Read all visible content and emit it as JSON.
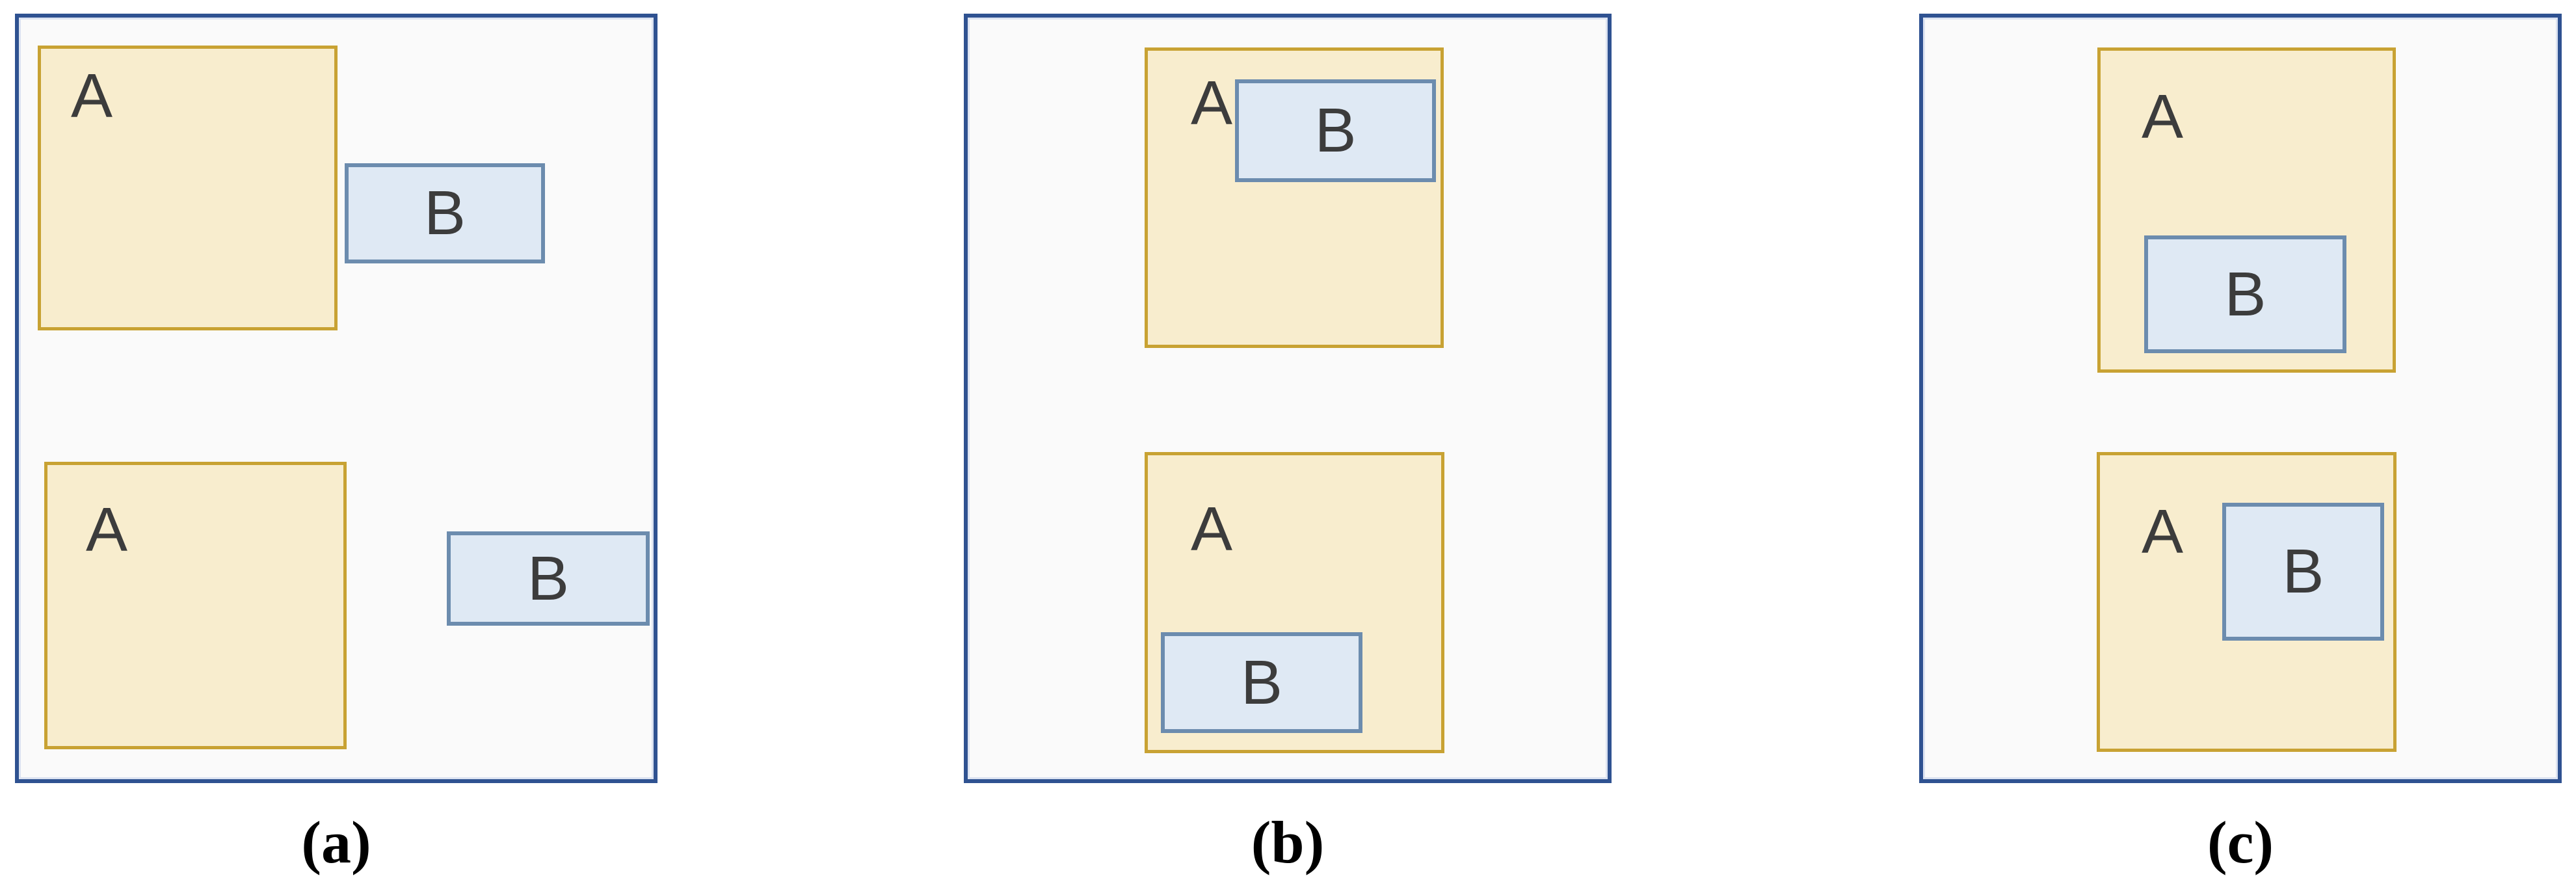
{
  "colors": {
    "navy": "#2f5291",
    "gold": "#c8a233",
    "cream": "#f8edce",
    "steel": "#6c8cae",
    "lightblue": "#dfe9f4",
    "panel-bg": "#fafafa",
    "ink": "#3c3c3c"
  },
  "panels": [
    {
      "caption": "(a)",
      "boxes": [
        {
          "label": "A"
        },
        {
          "label": "B"
        },
        {
          "label": "A"
        },
        {
          "label": "B"
        }
      ]
    },
    {
      "caption": "(b)",
      "boxes": [
        {
          "label": "A"
        },
        {
          "label": "B"
        },
        {
          "label": "A"
        },
        {
          "label": "B"
        }
      ]
    },
    {
      "caption": "(c)",
      "boxes": [
        {
          "label": "A"
        },
        {
          "label": "B"
        },
        {
          "label": "A"
        },
        {
          "label": "B"
        }
      ]
    }
  ]
}
